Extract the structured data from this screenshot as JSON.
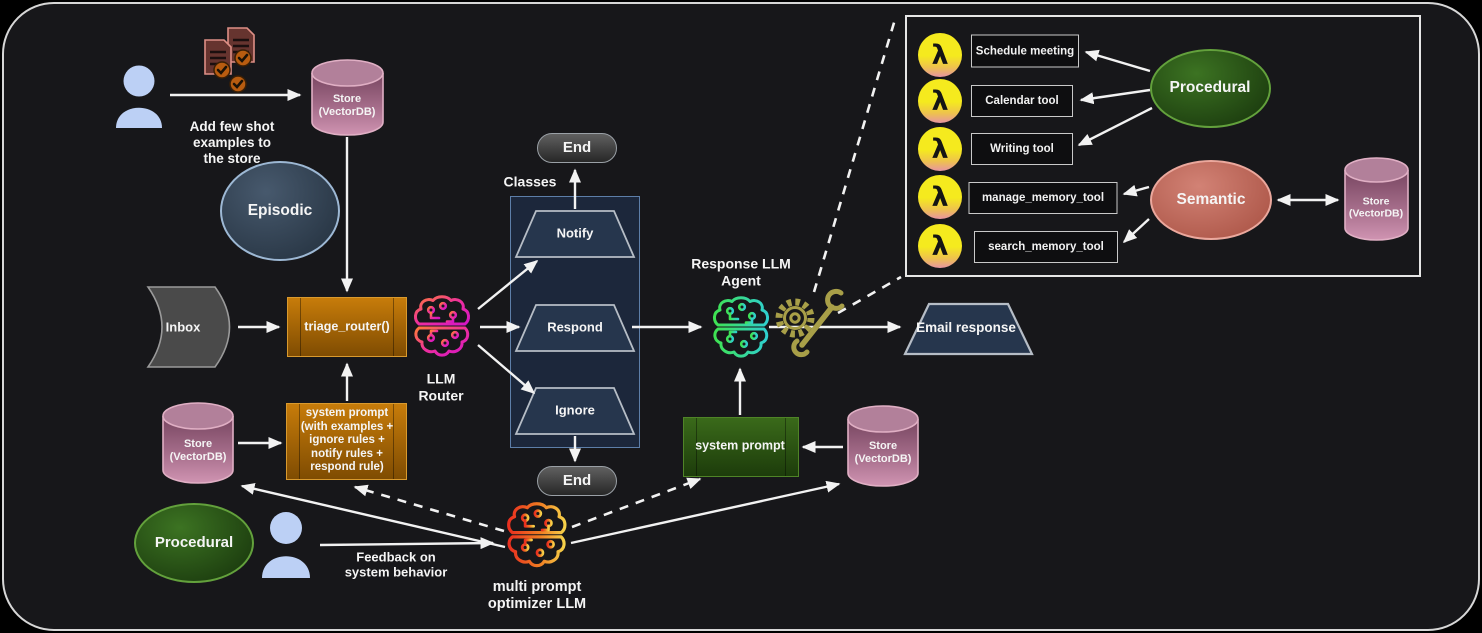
{
  "colors": {
    "canvas_bg": "#17171a",
    "frame_border": "#d7d7d7",
    "arrow": "#f2f2f2",
    "store_pink": "#b2809a",
    "orange_box": "#b06a08",
    "green_box": "#2f5716",
    "navy_shape": "#26364d",
    "episodic_slate": "#37475a",
    "procedural_green": "#2d5a1e",
    "semantic_red": "#c4695e",
    "lambda_yellow": "#f2e41e",
    "router_magenta": "#ee2f9e",
    "agent_green": "#3fe352",
    "optimizer_orange": "#f07c22",
    "tools_olive": "#a89f48",
    "person_blue": "#bcd0f5"
  },
  "icons": {
    "lambda": "λ"
  },
  "nodes": {
    "add_examples_label": "Add few shot\nexamples to\nthe store",
    "store_vectordb": "Store\n(VectorDB)",
    "episodic": "Episodic",
    "inbox": "Inbox",
    "triage_router": "triage_router()",
    "llm_router": "LLM\nRouter",
    "classes_label": "Classes",
    "notify": "Notify",
    "respond": "Respond",
    "ignore": "Ignore",
    "end": "End",
    "response_agent": "Response LLM\nAgent",
    "email_response": "Email response",
    "system_prompt_full": "system prompt\n(with examples +\nignore rules +\nnotify rules +\nrespond rule)",
    "system_prompt": "system prompt",
    "procedural": "Procedural",
    "feedback_label": "Feedback on\nsystem behavior",
    "optimizer": "multi prompt\noptimizer LLM"
  },
  "panel": {
    "tools": [
      "Schedule meeting",
      "Calendar tool",
      "Writing tool",
      "manage_memory_tool",
      "search_memory_tool"
    ],
    "procedural": "Procedural",
    "semantic": "Semantic"
  }
}
